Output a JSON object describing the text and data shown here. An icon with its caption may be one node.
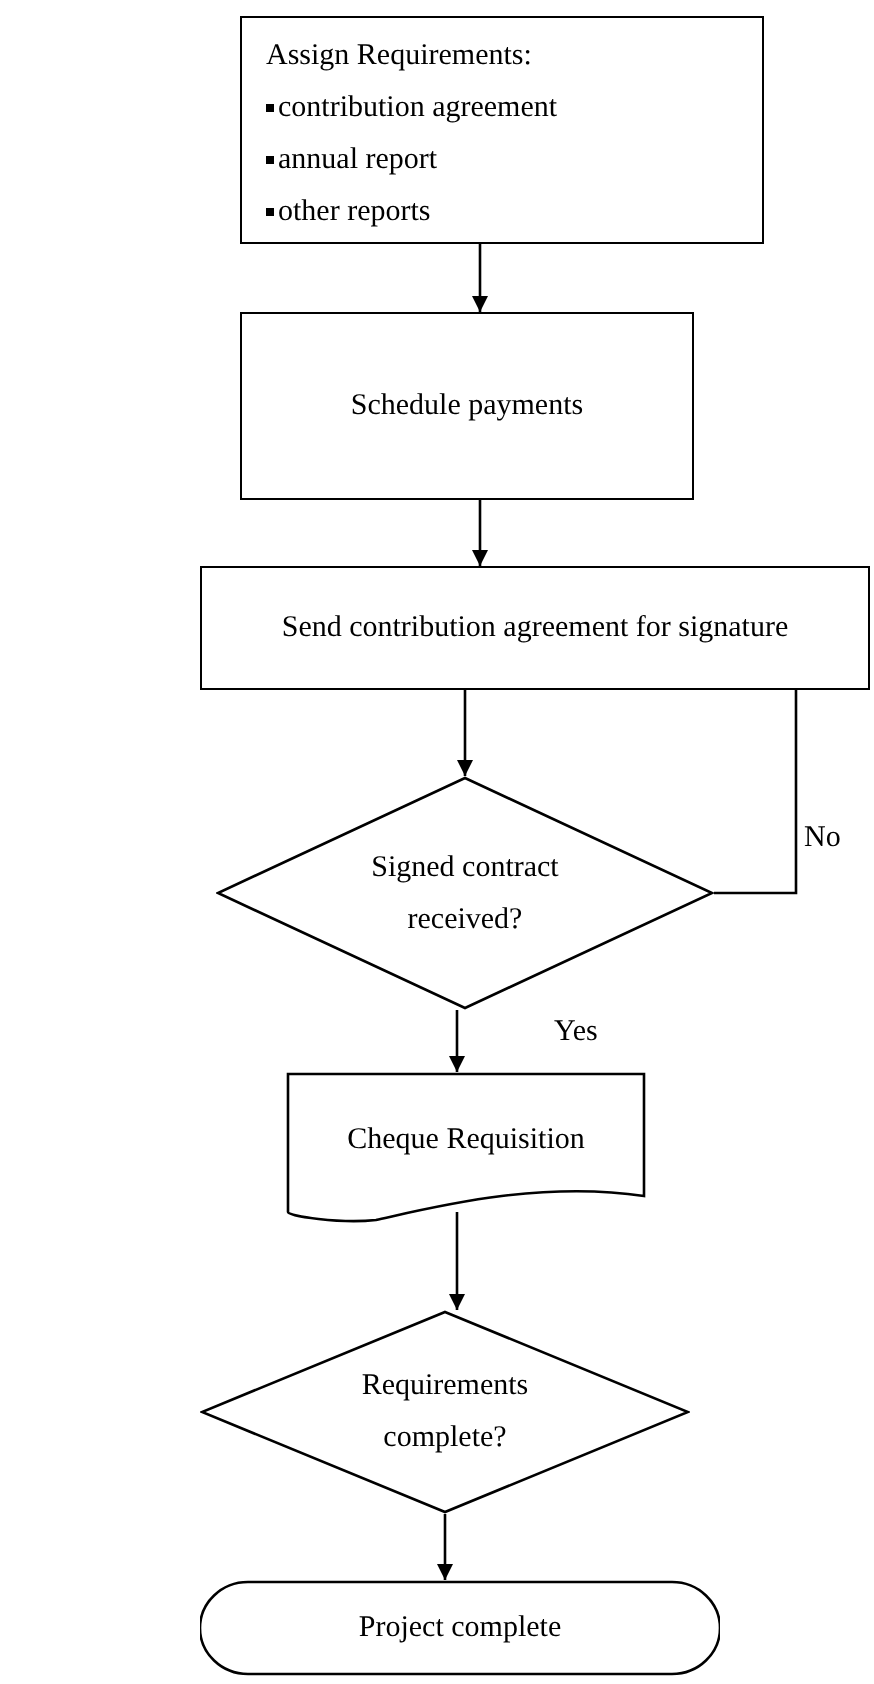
{
  "diagram": {
    "nodes": [
      {
        "text": [
          "Assign Requirements:",
          "contribution agreement",
          "annual report",
          "other reports"
        ]
      },
      {
        "text": [
          "Schedule payments"
        ]
      },
      {
        "text": [
          "Send contribution agreement for signature"
        ]
      },
      {
        "text": [
          "Signed contract received?"
        ]
      },
      {
        "text": [
          "Cheque Requisition"
        ]
      },
      {
        "text": [
          "Requirements complete?"
        ]
      },
      {
        "text": [
          "Project complete"
        ]
      }
    ],
    "edges": [
      {
        "from": 0,
        "to": 1,
        "arrow": "to"
      },
      {
        "from": 1,
        "to": 2,
        "arrow": "to"
      },
      {
        "from": 2,
        "to": 3,
        "arrow": "to"
      },
      {
        "from": 3,
        "to": 2,
        "arrow": "none",
        "label": "No"
      },
      {
        "from": 3,
        "to": 4,
        "arrow": "to",
        "label": "Yes"
      },
      {
        "from": 4,
        "to": 5,
        "arrow": "to"
      },
      {
        "from": 5,
        "to": 6,
        "arrow": "to"
      }
    ]
  }
}
